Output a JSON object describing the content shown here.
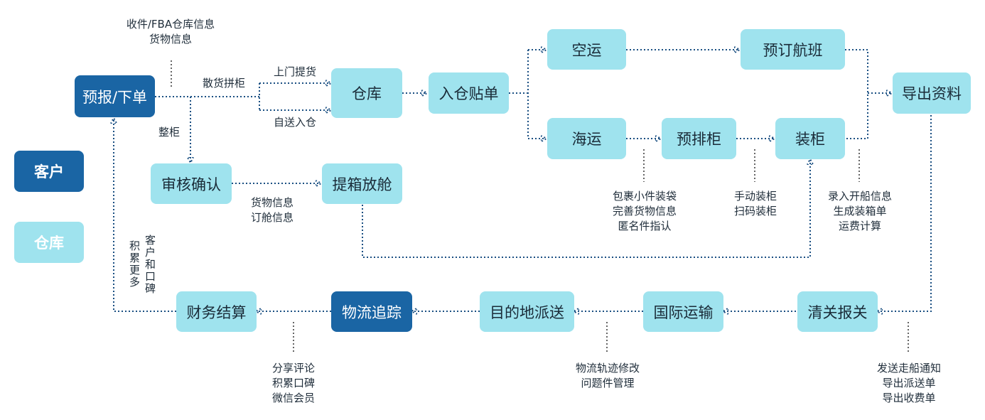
{
  "nodes": {
    "preorder": "预报/下单",
    "warehouse": "仓库",
    "inbound_label": "入仓贴单",
    "air": "空运",
    "book_flight": "预订航班",
    "export_docs": "导出资料",
    "sea": "海运",
    "pre_container": "预排柜",
    "load_container": "装柜",
    "review_confirm": "审核确认",
    "pickup_release": "提箱放舱",
    "customs": "清关报关",
    "intl_transport": "国际运输",
    "destination_delivery": "目的地派送",
    "tracking": "物流追踪",
    "finance": "财务结算"
  },
  "legend": {
    "customer": "客户",
    "warehouse": "仓库"
  },
  "notes": {
    "receiver_info": [
      "收件/FBA仓库信息",
      "货物信息"
    ],
    "loose_cargo": "散货拼柜",
    "door_pickup": "上门提货",
    "self_delivery": "自送入仓",
    "full_container": "整柜",
    "cargo_booking": [
      "货物信息",
      "订舱信息"
    ],
    "parcel": [
      "包裹小件装袋",
      "完善货物信息",
      "匿名件指认"
    ],
    "loading_method": [
      "手动装柜",
      "扫码装柜"
    ],
    "shipping_info": [
      "录入开船信息",
      "生成装箱单",
      "运费计算"
    ],
    "notify": [
      "发送走船通知",
      "导出派送单",
      "导出收费单"
    ],
    "track_mgmt": [
      "物流轨迹修改",
      "问题件管理"
    ],
    "reviews": [
      "分享评论",
      "积累口碑",
      "微信会员"
    ],
    "more_customers": [
      "客户和口碑",
      "积累更多"
    ]
  },
  "colors": {
    "customer_box": "#1a65a4",
    "warehouse_box": "#9fe3ee",
    "connector": "#1a4f82"
  }
}
